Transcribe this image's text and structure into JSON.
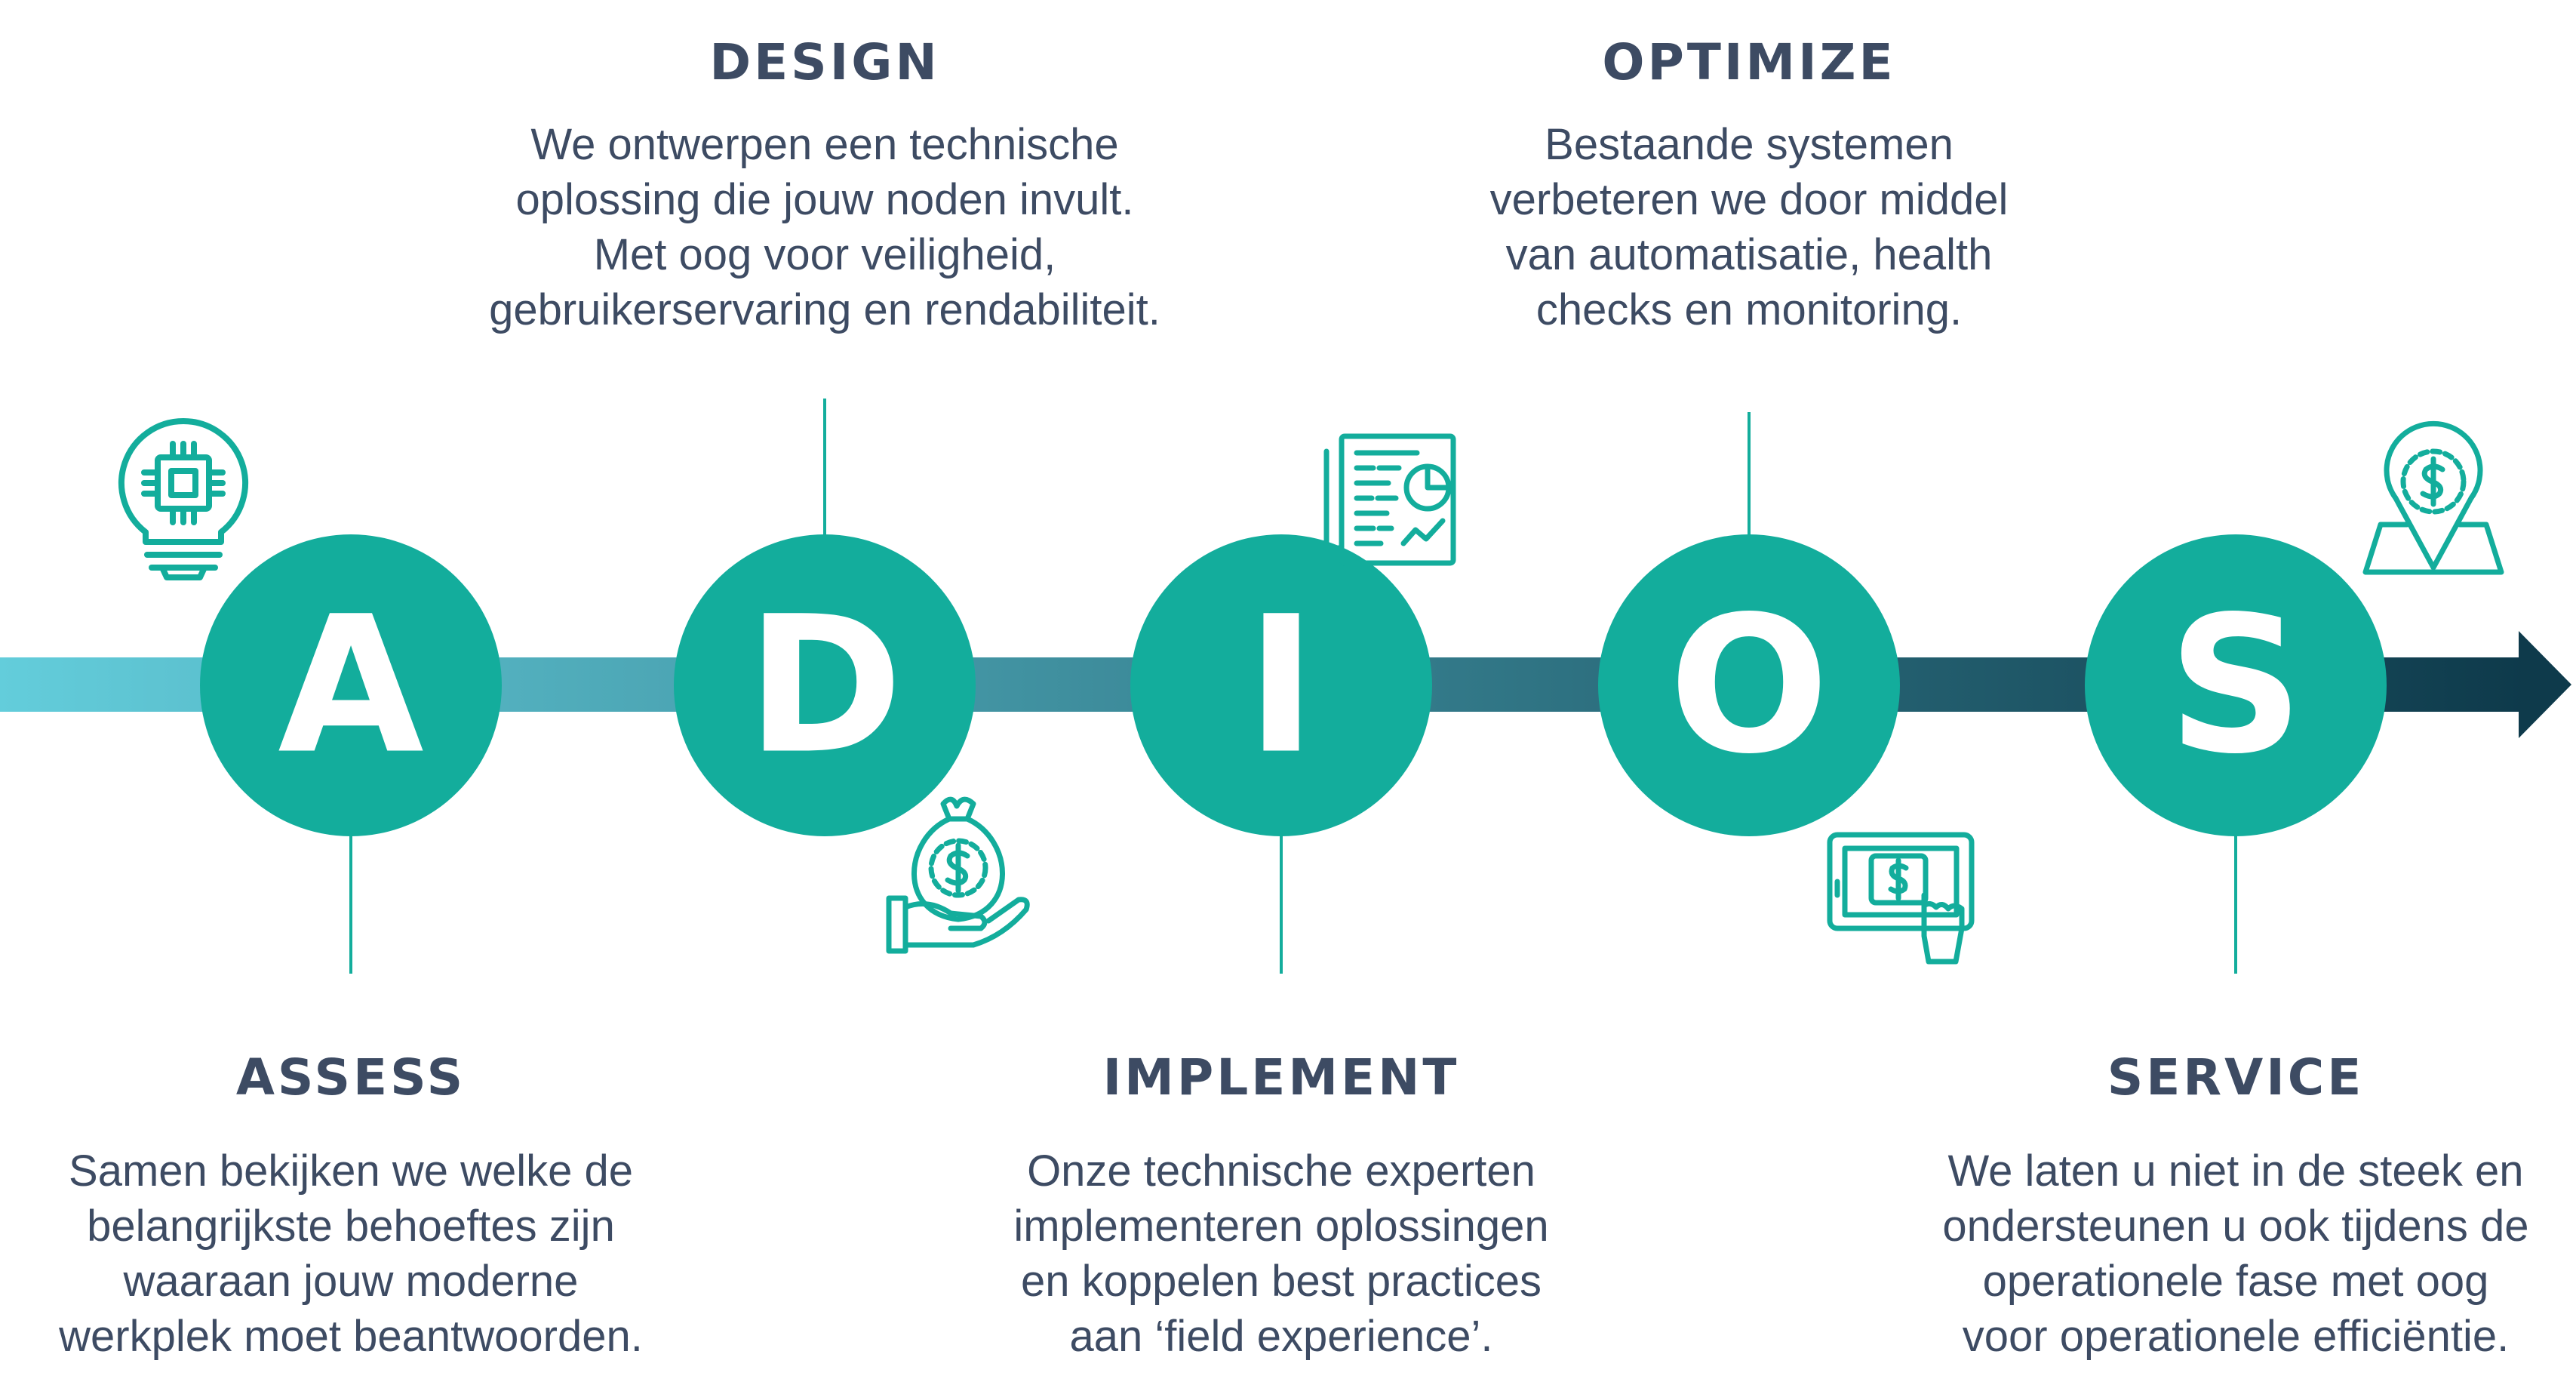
{
  "colors": {
    "circle": "#13ad9c",
    "icon": "#13ad9c",
    "text": "#3d4b63",
    "letter": "#ffffff",
    "arrow_start": "#63cddb",
    "arrow_end": "#0e3a4b",
    "connector": "#13ad9c"
  },
  "steps": [
    {
      "letter": "A",
      "title": "ASSESS",
      "description": "Samen bekijken we welke de\nbelangrijkste behoeftes zijn\nwaaraan jouw moderne\nwerkplek moet beantwoorden.",
      "position": "below",
      "icon": "lightbulb-chip-icon"
    },
    {
      "letter": "D",
      "title": "DESIGN",
      "description": "We ontwerpen een technische\noplossing die jouw noden invult.\nMet oog voor veiligheid,\ngebruikerservaring en rendabiliteit.",
      "position": "above",
      "icon": "hand-money-bag-icon"
    },
    {
      "letter": "I",
      "title": "IMPLEMENT",
      "description": "Onze technische experten\nimplementeren oplossingen\nen koppelen best practices\naan ‘field experience’.",
      "position": "below",
      "icon": "report-document-icon"
    },
    {
      "letter": "O",
      "title": "OPTIMIZE",
      "description": "Bestaande systemen\nverbeteren we door middel\nvan automatisatie, health\nchecks en monitoring.",
      "position": "above",
      "icon": "tablet-payment-icon"
    },
    {
      "letter": "S",
      "title": "SERVICE",
      "description": "We laten u niet in de steek en\nondersteunen u ook tijdens de\noperationele fase met oog\nvoor operationele efficiëntie.",
      "position": "below",
      "icon": "map-pin-dollar-icon"
    }
  ]
}
